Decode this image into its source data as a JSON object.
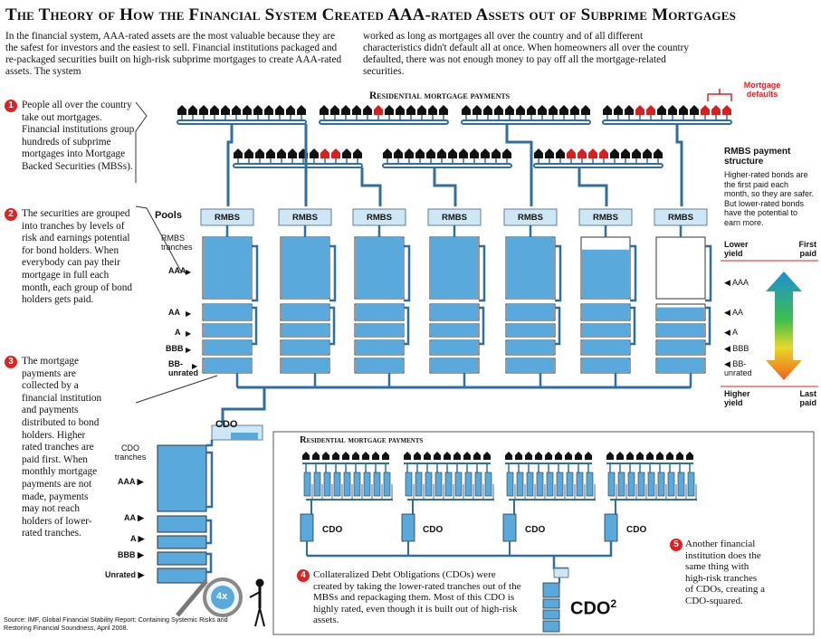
{
  "title": "The Theory of How the Financial System Created AAA-rated Assets out of Subprime Mortgages",
  "intro": {
    "col1": "In the financial system, AAA-rated assets are the most valuable because they are the safest for investors and the easiest to sell. Financial institutions packaged and re-packaged securities built on high-risk subprime mortgages to create AAA-rated assets. The system",
    "col2": "worked as long as mortgages all over the country and of all different characteristics didn't default all at once.  When homeowners all over the country defaulted, there was not enough money to pay off all the mortgage-related securities."
  },
  "steps": [
    {
      "num": "1",
      "text": "People all over the country take out mortgages. Financial institutions group hundreds of subprime mortgages into Mortgage Backed Securities (MBSs)."
    },
    {
      "num": "2",
      "text": "The securities are grouped into tranches by levels of risk and earnings potential for bond holders. When everybody can pay their mortgage in full each month, each group of bond holders gets paid."
    },
    {
      "num": "3",
      "text": "The mortgage payments are collected by a financial institution and payments distributed to bond holders. Higher rated tranches are paid first. When monthly mortgage payments are not made, payments may not reach holders of lower-rated tranches."
    },
    {
      "num": "4",
      "text": "Collateralized Debt Obligations (CDOs) were created by taking the lower-rated tranches out of the MBSs and repackaging them. Most of this CDO is highly rated, even though it is built out of high-risk assets."
    },
    {
      "num": "5",
      "text": "Another financial institution does the same thing with high-risk tranches of CDOs, creating a CDO-squared."
    }
  ],
  "labels": {
    "residential_top": "Residential mortgage payments",
    "mortgage_defaults": "Mortgage defaults",
    "pools": "Pools",
    "rmbs": "RMBS",
    "rmbs_tranches": "RMBS tranches",
    "tranches": [
      "AAA",
      "AA",
      "A",
      "BBB",
      "BB-unrated"
    ],
    "cdo": "CDO",
    "cdo_tranches": "CDO tranches",
    "cdo_tranche_list": [
      "AAA",
      "AA",
      "A",
      "BBB",
      "Unrated"
    ],
    "residential_box": "Residential mortgage payments",
    "cdo2": "CDO",
    "cdo2_sup": "2",
    "magnifier": "4x",
    "rmbs_payment_structure": "RMBS payment structure",
    "rmbs_payment_desc": "Higher-rated bonds are the first paid each month, so they are safer. But lower-rated bonds have the potential to earn more.",
    "lower_yield": "Lower yield",
    "first_paid": "First paid",
    "higher_yield": "Higher yield",
    "last_paid": "Last paid",
    "right_tranches": [
      "AAA",
      "AA",
      "A",
      "BBB",
      "BB-unrated"
    ]
  },
  "source": "Source: IMF, Global Financial Stability Report: Containing Systemic Risks and Restoring Financial Soundness, April 2008.",
  "colors": {
    "water": "#5aa9dc",
    "pipe": "#2f6f9f",
    "red": "#d22222",
    "navy": "#1b3d6b"
  }
}
